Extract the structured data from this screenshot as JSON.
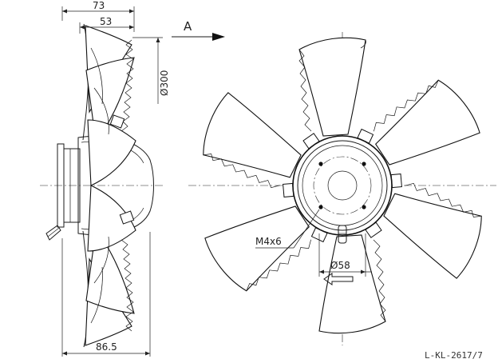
{
  "dimensions": {
    "depth_total": "73",
    "depth_hub": "53",
    "diameter": "Ø300",
    "depth_bottom": "86.5",
    "hub_diameter": "Ø58",
    "thread": "M4x6"
  },
  "view_label": "A",
  "drawing_code": "L-KL-2617/7"
}
